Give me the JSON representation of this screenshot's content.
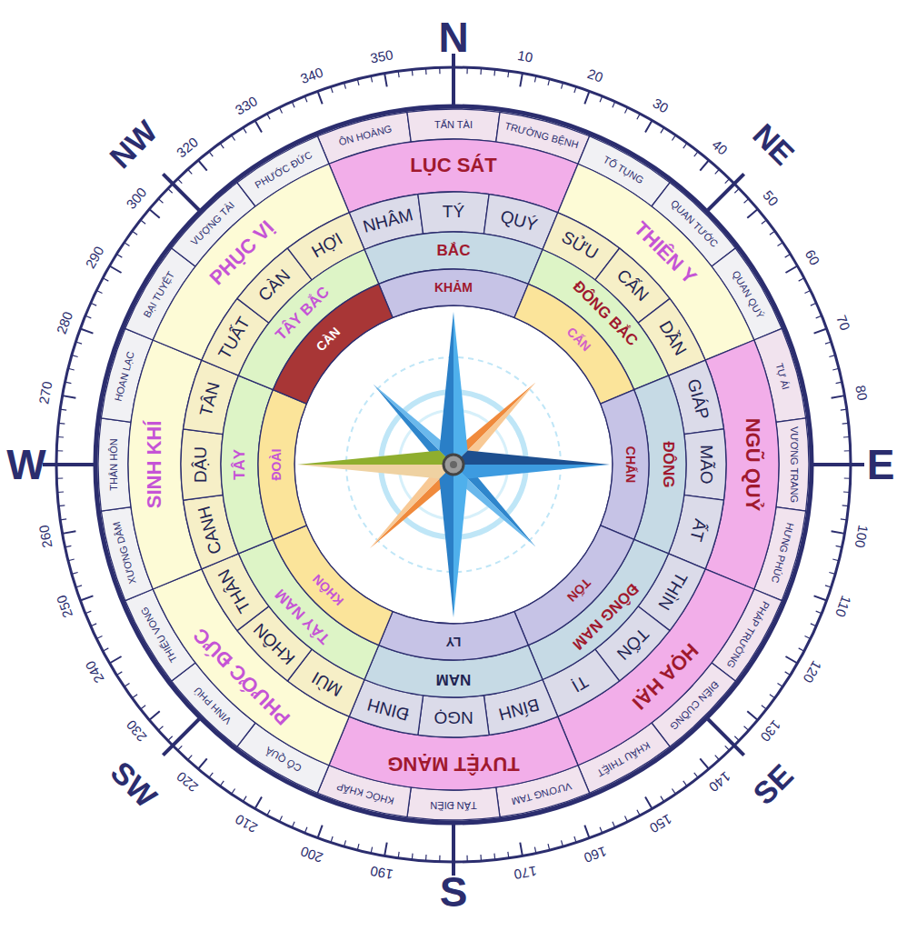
{
  "diagram": {
    "nodes": [
      {
        "text": [
          "ÔN HOÀNG"
        ]
      },
      {
        "text": [
          "TẤN TÀI"
        ]
      },
      {
        "text": [
          "TRƯỜNG BỆNH"
        ]
      },
      {
        "text": [
          "TỐ TỤNG"
        ]
      },
      {
        "text": [
          "QUAN TƯỚC"
        ]
      },
      {
        "text": [
          "QUAN QUÝ"
        ]
      },
      {
        "text": [
          "TỰ ÁI"
        ]
      },
      {
        "text": [
          "VƯƠNG TRANG"
        ]
      },
      {
        "text": [
          "HƯNG PHÚC"
        ]
      },
      {
        "text": [
          "PHÁP TRƯỜNG"
        ]
      },
      {
        "text": [
          "ĐIÊN CUỒNG"
        ]
      },
      {
        "text": [
          "KHẨU THIỆT"
        ]
      },
      {
        "text": [
          "VƯƠNG TAM"
        ]
      },
      {
        "text": [
          "TẤN ĐIỀN"
        ]
      },
      {
        "text": [
          "KHÓC KHẤP"
        ]
      },
      {
        "text": [
          "CÔ QUẢ"
        ]
      },
      {
        "text": [
          "VINH PHÚ"
        ]
      },
      {
        "text": [
          "THIẾU VONG"
        ]
      },
      {
        "text": [
          "XƯƠNG DÂM"
        ]
      },
      {
        "text": [
          "THÂN HÔN"
        ]
      },
      {
        "text": [
          "HOAN LẠC"
        ]
      },
      {
        "text": [
          "BẠI TUYỆT"
        ]
      },
      {
        "text": [
          "VƯỢNG TÀI"
        ]
      },
      {
        "text": [
          "PHƯỚC ĐỨC"
        ]
      },
      {
        "text": [
          "LỤC SÁT"
        ]
      },
      {
        "text": [
          "THIÊN Y"
        ]
      },
      {
        "text": [
          "NGŨ QUỶ"
        ]
      },
      {
        "text": [
          "HỌA HẠI"
        ]
      },
      {
        "text": [
          "TUYỆT MẠNG"
        ]
      },
      {
        "text": [
          "PHƯỚC ĐỨC"
        ]
      },
      {
        "text": [
          "SINH KHÍ"
        ]
      },
      {
        "text": [
          "PHỤC VỊ"
        ]
      },
      {
        "text": [
          "NHÂM"
        ]
      },
      {
        "text": [
          "TÝ"
        ]
      },
      {
        "text": [
          "QUÝ"
        ]
      },
      {
        "text": [
          "SỬU"
        ]
      },
      {
        "text": [
          "CẤN"
        ]
      },
      {
        "text": [
          "DẦN"
        ]
      },
      {
        "text": [
          "GIÁP"
        ]
      },
      {
        "text": [
          "MÃO"
        ]
      },
      {
        "text": [
          "ẤT"
        ]
      },
      {
        "text": [
          "THÌN"
        ]
      },
      {
        "text": [
          "TỐN"
        ]
      },
      {
        "text": [
          "TỊ"
        ]
      },
      {
        "text": [
          "BÍNH"
        ]
      },
      {
        "text": [
          "NGỌ"
        ]
      },
      {
        "text": [
          "ĐINH"
        ]
      },
      {
        "text": [
          "MÙI"
        ]
      },
      {
        "text": [
          "KHÔN"
        ]
      },
      {
        "text": [
          "THÂN"
        ]
      },
      {
        "text": [
          "CANH"
        ]
      },
      {
        "text": [
          "DẬU"
        ]
      },
      {
        "text": [
          "TÂN"
        ]
      },
      {
        "text": [
          "TUẤT"
        ]
      },
      {
        "text": [
          "CÀN"
        ]
      },
      {
        "text": [
          "HỢI"
        ]
      },
      {
        "text": [
          "BẮC"
        ]
      },
      {
        "text": [
          "ĐÔNG BẮC"
        ]
      },
      {
        "text": [
          "ĐÔNG"
        ]
      },
      {
        "text": [
          "ĐÔNG NAM"
        ]
      },
      {
        "text": [
          "NAM"
        ]
      },
      {
        "text": [
          "TÂY NAM"
        ]
      },
      {
        "text": [
          "TÂY"
        ]
      },
      {
        "text": [
          "TÂY BẮC"
        ]
      },
      {
        "text": [
          "KHẢM"
        ]
      },
      {
        "text": [
          "CẤN"
        ]
      },
      {
        "text": [
          "CHẤN"
        ]
      },
      {
        "text": [
          "TỐN"
        ]
      },
      {
        "text": [
          "LY"
        ]
      },
      {
        "text": [
          "KHÔN"
        ]
      },
      {
        "text": [
          "ĐOÀI"
        ]
      },
      {
        "text": [
          "CÀN"
        ]
      }
    ],
    "labels": [
      "N",
      "NE",
      "E",
      "SE",
      "S",
      "SW",
      "W",
      "NW",
      "350",
      "10",
      "20",
      "30",
      "40",
      "50",
      "60",
      "70",
      "80",
      "100",
      "110",
      "120",
      "130",
      "140",
      "150",
      "160",
      "170",
      "190",
      "200",
      "210",
      "220",
      "230",
      "240",
      "250",
      "260",
      "270",
      "280",
      "290",
      "300",
      "320",
      "330",
      "340"
    ]
  }
}
